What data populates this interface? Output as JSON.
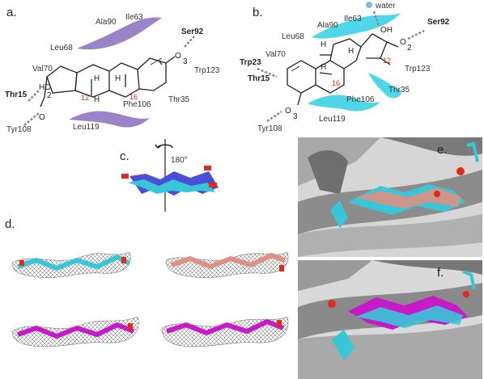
{
  "panels": {
    "a": "a.",
    "b": "b.",
    "c": "c.",
    "d": "d.",
    "e": "e.",
    "f": "f."
  },
  "panel_a": {
    "residues": {
      "ala90": "Ala90",
      "ile63": "Ile63",
      "ser92": "Ser92",
      "leu68": "Leu68",
      "val70": "Val70",
      "thr15": "Thr15",
      "trp123": "Trp123",
      "thr35": "Thr35",
      "phe106": "Phe106",
      "tyr108": "Tyr108",
      "leu119": "Leu119"
    },
    "atoms": {
      "o3": "O",
      "o3_num": "3",
      "o2": "HO",
      "o2_num": "2",
      "h1": "H",
      "h2": "H",
      "h3": "H"
    },
    "carbons": {
      "c12": "12",
      "c16": "16"
    }
  },
  "panel_b": {
    "water": "water",
    "residues": {
      "ala90": "Ala90",
      "ile63": "Ile63",
      "ser92": "Ser92",
      "leu68": "Leu68",
      "val70": "Val70",
      "trp23": "Trp23",
      "thr15": "Thr15",
      "trp123": "Trp123",
      "thr35": "Thr35",
      "phe106": "Phe106",
      "tyr108": "Tyr108",
      "leu119": "Leu119"
    },
    "atoms": {
      "o2": "O",
      "o2_num": "2",
      "oh": "OH",
      "o3": "O",
      "o3_num": "3",
      "h1": "H",
      "h2": "H",
      "h3": "H"
    },
    "carbons": {
      "c12": "12",
      "c16": "16"
    }
  },
  "panel_c": {
    "rotation": "180°"
  },
  "colors": {
    "purple_protein": "#9b83c7",
    "cyan_protein": "#4fd6e8",
    "cyan_stick": "#38c7d6",
    "blue_stick": "#4b4fd8",
    "salmon_stick": "#df8f84",
    "magenta_stick": "#c71ac8",
    "oxygen": "#e02a1a",
    "cartoon_gray": "#8c8c8c"
  }
}
